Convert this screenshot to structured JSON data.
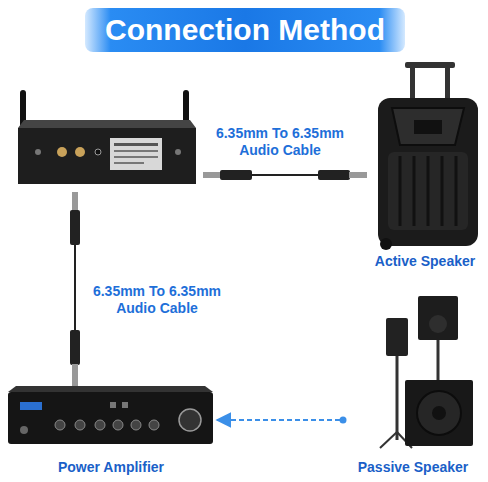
{
  "diagram": {
    "title": "Connection Method",
    "nodes": [
      {
        "text": [
          "Active Speaker"
        ]
      },
      {
        "text": [
          "Power Amplifier"
        ]
      },
      {
        "text": [
          "Passive Speaker"
        ]
      }
    ],
    "edges": [
      {
        "from": 2,
        "to": 1,
        "arrow": "to"
      }
    ],
    "labels": [
      "6.35mm To 6.35mm Audio Cable",
      "6.35mm To 6.35mm Audio Cable"
    ]
  }
}
